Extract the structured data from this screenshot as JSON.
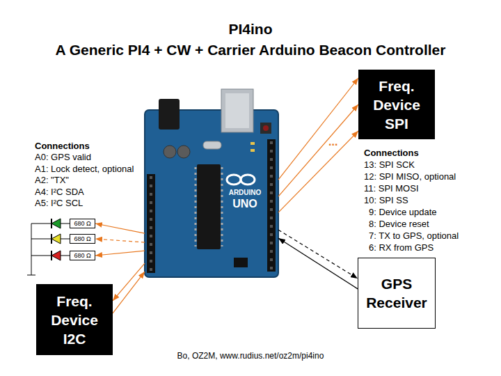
{
  "diagram": {
    "title": "PI4ino",
    "caption": "Bo, OZ2M, www.rudius.net/oz2m/pi4ino",
    "nodes": [
      {
        "text": [
          "Freq. Device SPI"
        ]
      },
      {
        "text": [
          "ARDUINO",
          "UNO"
        ]
      },
      {
        "text": [
          "680 Ω"
        ]
      },
      {
        "text": [
          "680 Ω"
        ]
      },
      {
        "text": [
          "680 Ω"
        ]
      },
      {
        "text": [
          "GPS Receiver"
        ]
      },
      {
        "text": [
          "Freq. Device I2C"
        ]
      }
    ],
    "edges": [
      {
        "from": 1,
        "to": 0,
        "arrow": "to"
      },
      {
        "from": 1,
        "to": 0,
        "arrow": "to"
      },
      {
        "from": 1,
        "to": 0,
        "arrow": "to"
      },
      {
        "from": 1,
        "to": 2,
        "arrow": "to"
      },
      {
        "from": 1,
        "to": 3,
        "arrow": "to"
      },
      {
        "from": 1,
        "to": 4,
        "arrow": "to"
      },
      {
        "from": 1,
        "to": 5,
        "arrow": "to"
      },
      {
        "from": 5,
        "to": 1,
        "arrow": "to"
      },
      {
        "from": 1,
        "to": 6,
        "arrow": "to"
      },
      {
        "from": 6,
        "to": 1,
        "arrow": "to"
      }
    ],
    "labels": [
      "A Generic PI4 + CW + Carrier Arduino Beacon Controller",
      "Connections",
      "A0: GPS valid",
      "A1: Lock detect, optional",
      "A2: \"TX\"",
      "A4: I²C SDA",
      "A5: I²C SCL",
      "...",
      "Connections",
      "13: SPI SCK",
      "12: SPI MISO, optional",
      "11: SPI MOSI",
      "10: SPI SS",
      "9: Device update",
      "8: Device reset",
      "7: TX to GPS, optional",
      "6: RX from GPS"
    ]
  }
}
